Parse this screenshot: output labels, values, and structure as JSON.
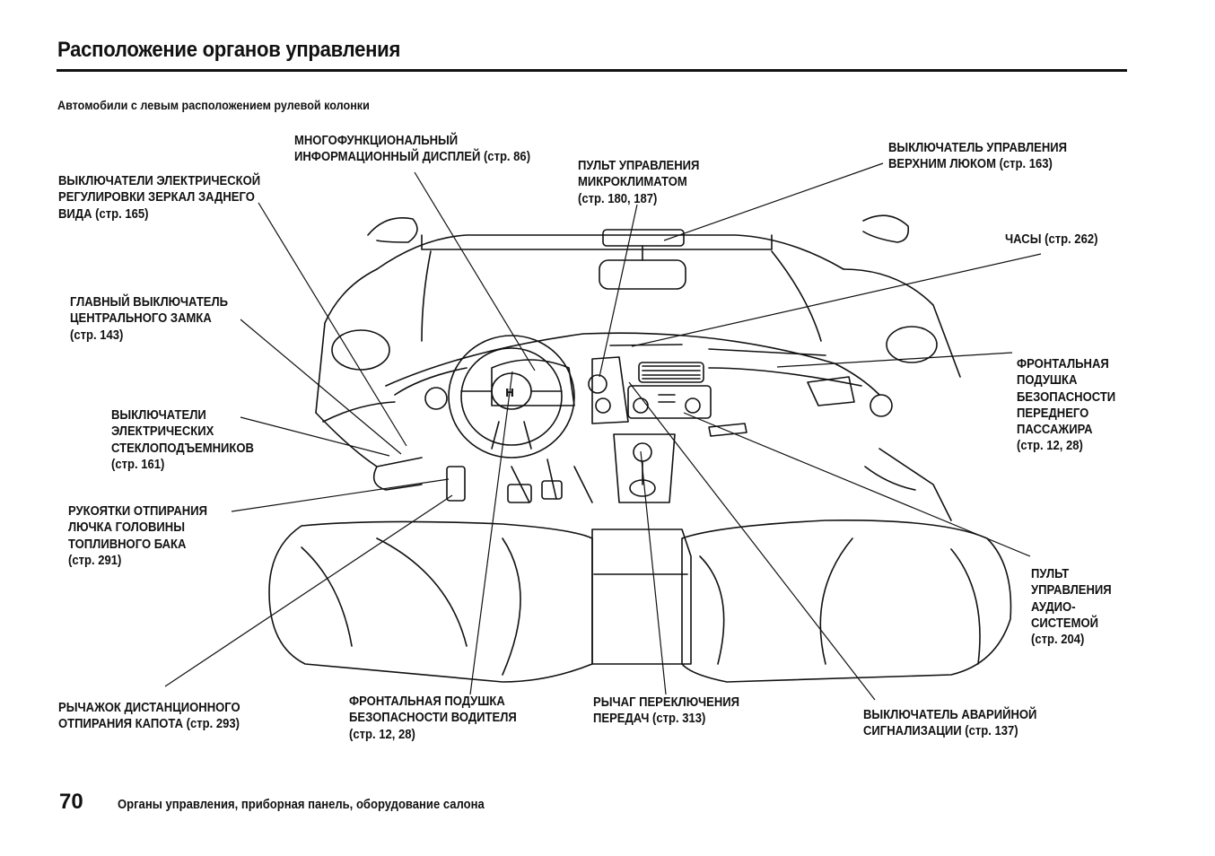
{
  "page": {
    "title": "Расположение органов управления",
    "subtitle": "Автомобили с левым расположением рулевой колонки",
    "page_number": "70",
    "section_title": "Органы управления, приборная панель, оборудование салона"
  },
  "callouts": {
    "mirror_switches": "ВЫКЛЮЧАТЕЛИ ЭЛЕКТРИЧЕСКОЙ\nРЕГУЛИРОВКИ ЗЕРКАЛ ЗАДНЕГО\nВИДА (стр. 165)",
    "multi_display": "МНОГОФУНКЦИОНАЛЬНЫЙ\nИНФОРМАЦИОННЫЙ ДИСПЛЕЙ (стр. 86)",
    "climate_panel": "ПУЛЬТ УПРАВЛЕНИЯ\nМИКРОКЛИМАТОМ\n(стр. 180, 187)",
    "moonroof_switch": "ВЫКЛЮЧАТЕЛЬ УПРАВЛЕНИЯ\nВЕРХНИМ ЛЮКОМ (стр. 163)",
    "clock": "ЧАСЫ (стр. 262)",
    "master_lock": "ГЛАВНЫЙ ВЫКЛЮЧАТЕЛЬ\nЦЕНТРАЛЬНОГО ЗАМКА\n(стр. 143)",
    "passenger_airbag": "ФРОНТАЛЬНАЯ\nПОДУШКА\nБЕЗОПАСНОСТИ\nПЕРЕДНЕГО\nПАССАЖИРА\n(стр. 12, 28)",
    "window_switches": "ВЫКЛЮЧАТЕЛИ\nЭЛЕКТРИЧЕСКИХ\nСТЕКЛОПОДЪЕМНИКОВ\n(стр. 161)",
    "fuel_door": "РУКОЯТКИ ОТПИРАНИЯ\nЛЮЧКА ГОЛОВИНЫ\nТОПЛИВНОГО БАКА\n(стр. 291)",
    "audio_panel": "ПУЛЬТ\nУПРАВЛЕНИЯ\nАУДИО-\nСИСТЕМОЙ\n(стр. 204)",
    "hood_release": "РЫЧАЖОК ДИСТАНЦИОННОГО\nОТПИРАНИЯ КАПОТА (стр. 293)",
    "driver_airbag": "ФРОНТАЛЬНАЯ ПОДУШКА\nБЕЗОПАСНОСТИ ВОДИТЕЛЯ\n(стр. 12, 28)",
    "shift_lever": "РЫЧАГ ПЕРЕКЛЮЧЕНИЯ\nПЕРЕДАЧ (стр. 313)",
    "hazard_switch": "ВЫКЛЮЧАТЕЛЬ АВАРИЙНОЙ\nСИГНАЛИЗАЦИИ (стр. 137)"
  }
}
